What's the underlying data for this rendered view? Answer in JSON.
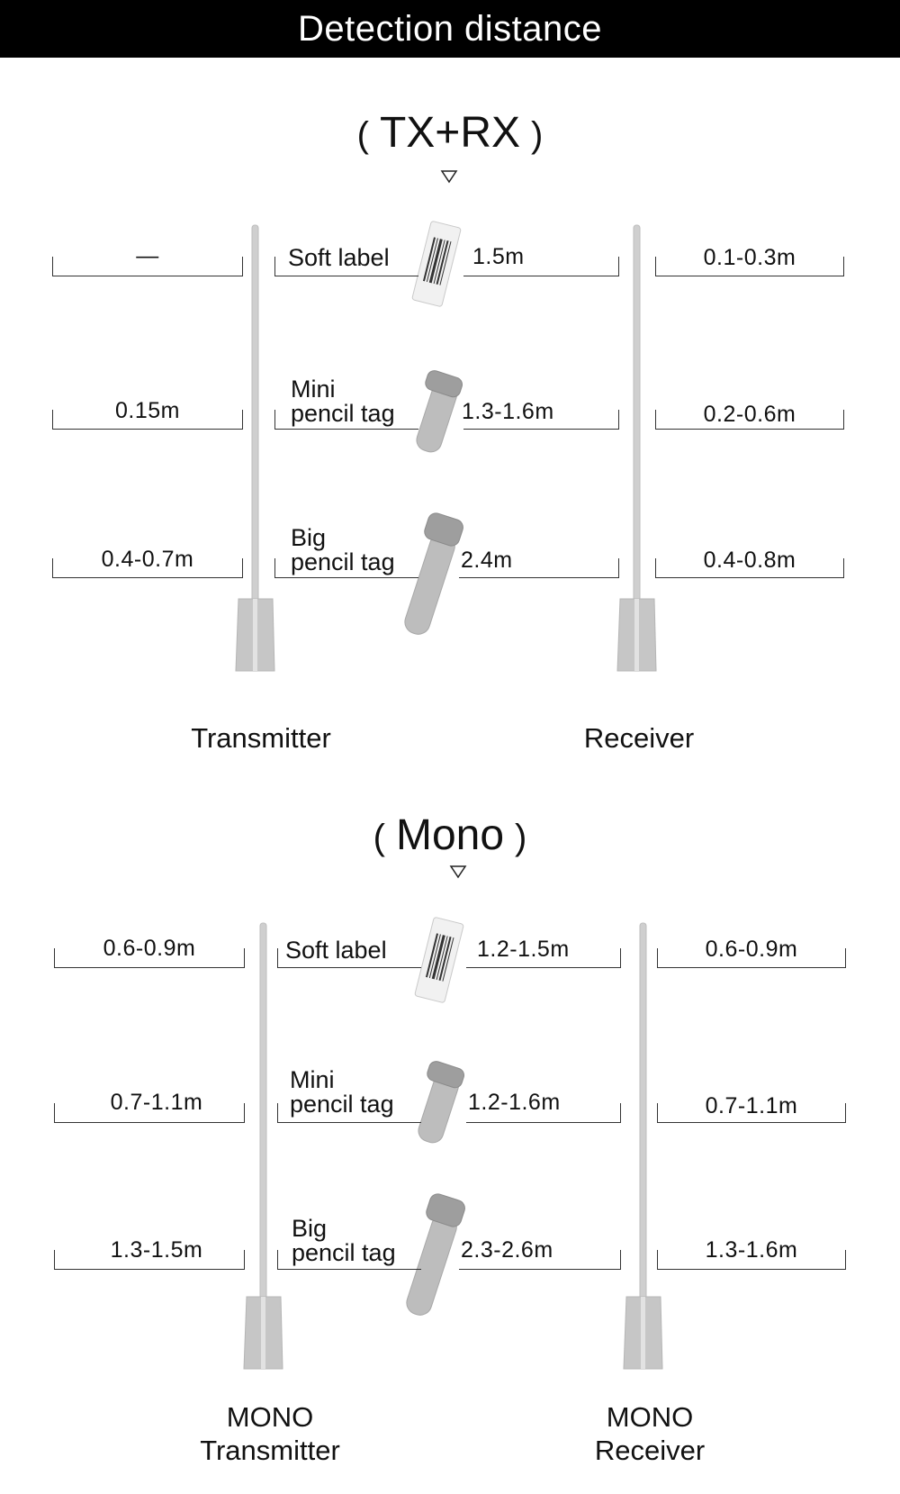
{
  "header": {
    "title": "Detection distance"
  },
  "sections": [
    {
      "title": "TX+RX",
      "left_device": "Transmitter",
      "right_device": "Receiver",
      "rows": [
        {
          "tag_line1": "Soft label",
          "tag_line2": "",
          "left": "—",
          "middle": "1.5m",
          "right": "0.1-0.3m"
        },
        {
          "tag_line1": "Mini",
          "tag_line2": "pencil tag",
          "left": "0.15m",
          "middle": "1.3-1.6m",
          "right": "0.2-0.6m"
        },
        {
          "tag_line1": "Big",
          "tag_line2": "pencil tag",
          "left": "0.4-0.7m",
          "middle": "2.4m",
          "right": "0.4-0.8m"
        }
      ]
    },
    {
      "title": "Mono",
      "left_device_line1": "MONO",
      "left_device_line2": "Transmitter",
      "right_device_line1": "MONO",
      "right_device_line2": "Receiver",
      "rows": [
        {
          "tag_line1": "Soft label",
          "tag_line2": "",
          "left": "0.6-0.9m",
          "middle": "1.2-1.5m",
          "right": "0.6-0.9m"
        },
        {
          "tag_line1": "Mini",
          "tag_line2": "pencil tag",
          "left": "0.7-1.1m",
          "middle": "1.2-1.6m",
          "right": "0.7-1.1m"
        },
        {
          "tag_line1": "Big",
          "tag_line2": "pencil tag",
          "left": "1.3-1.5m",
          "middle": "2.3-2.6m",
          "right": "1.3-1.6m"
        }
      ]
    }
  ],
  "icons": {
    "antenna": "antenna-pole-icon",
    "soft_label": "barcode-soft-label-icon",
    "mini_tag": "mini-pencil-tag-icon",
    "big_tag": "big-pencil-tag-icon",
    "pointer": "down-triangle-icon"
  },
  "colors": {
    "header_bg": "#000000",
    "header_text": "#ffffff",
    "device": "#c8c8c8",
    "text": "#111111"
  }
}
